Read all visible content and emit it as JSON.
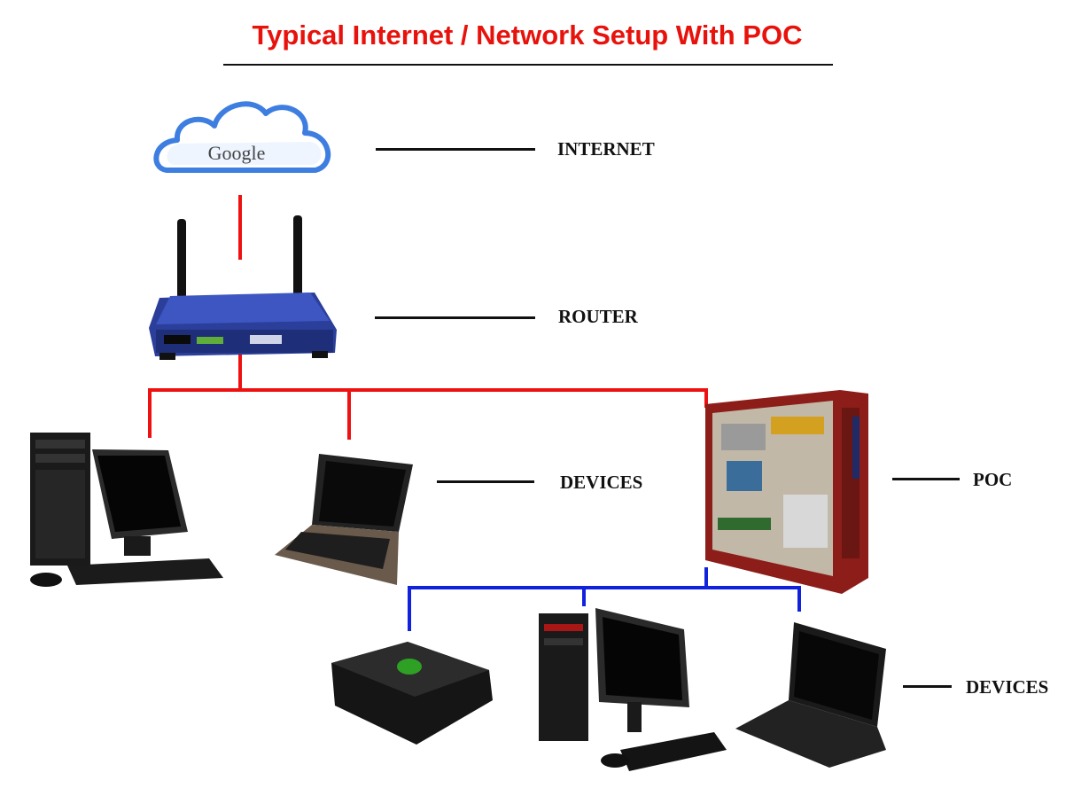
{
  "title": "Typical Internet / Network Setup With POC",
  "colors": {
    "title": "#e8120c",
    "red_link": "#ee1111",
    "blue_link": "#1122dd"
  },
  "nodes": {
    "internet": {
      "label": "INTERNET",
      "logo_text": "Google",
      "icon": "cloud-icon"
    },
    "router": {
      "label": "ROUTER",
      "icon": "router-icon"
    },
    "devices_top": {
      "label": "DEVICES",
      "items": [
        "desktop-computer-icon",
        "laptop-icon"
      ]
    },
    "poc": {
      "label": "POC",
      "icon": "pc-tower-open-icon"
    },
    "devices_bottom": {
      "label": "DEVICES",
      "items": [
        "game-console-icon",
        "desktop-computer-icon",
        "laptop-icon"
      ]
    }
  }
}
